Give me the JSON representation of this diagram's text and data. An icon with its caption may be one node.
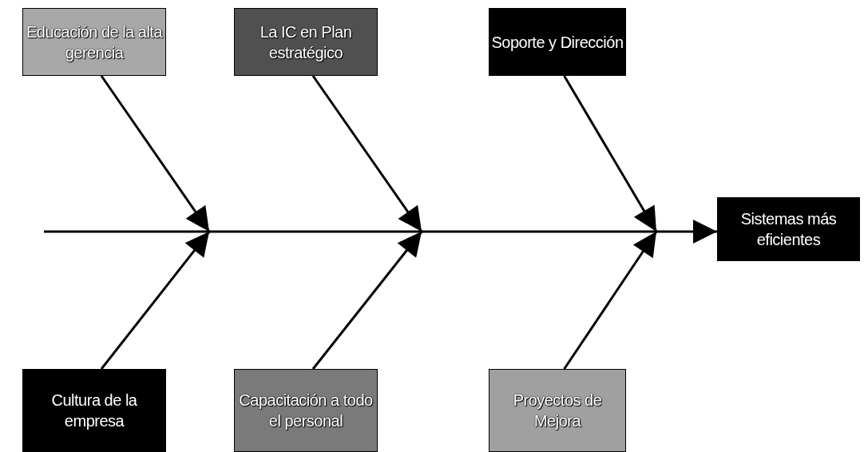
{
  "diagram": {
    "nodes": [
      {
        "text": [
          "Educación de la alta gerencia"
        ]
      },
      {
        "text": [
          "La IC en Plan estratégico"
        ]
      },
      {
        "text": [
          "Soporte y Dirección"
        ]
      },
      {
        "text": [
          "Sistemas más eficientes"
        ]
      },
      {
        "text": [
          "Cultura de la empresa"
        ]
      },
      {
        "text": [
          "Capacitación a todo el personal"
        ]
      },
      {
        "text": [
          "Proyectos de Mejora"
        ]
      }
    ],
    "edges": [
      {
        "from": 0,
        "to": null,
        "arrow": "to"
      },
      {
        "from": 4,
        "to": null,
        "arrow": "to"
      },
      {
        "from": 1,
        "to": null,
        "arrow": "to"
      },
      {
        "from": 5,
        "to": null,
        "arrow": "to"
      },
      {
        "from": 2,
        "to": null,
        "arrow": "to"
      },
      {
        "from": 6,
        "to": null,
        "arrow": "to"
      },
      {
        "from": null,
        "to": 3,
        "arrow": "to"
      }
    ]
  }
}
